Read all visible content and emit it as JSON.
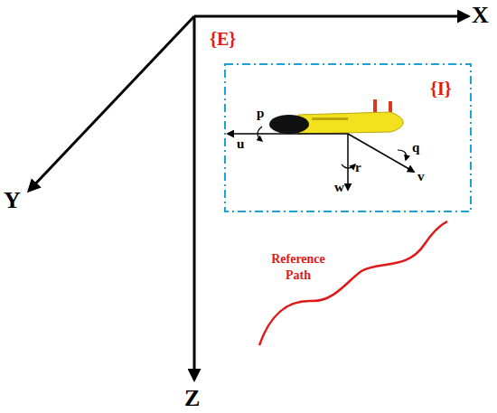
{
  "diagram": {
    "nodes": [
      {
        "text": [
          "{I}"
        ]
      }
    ],
    "labels": [
      "X",
      "Y",
      "Z",
      "{E}",
      "u",
      "p",
      "w",
      "r",
      "q",
      "v",
      "Reference Path"
    ]
  }
}
